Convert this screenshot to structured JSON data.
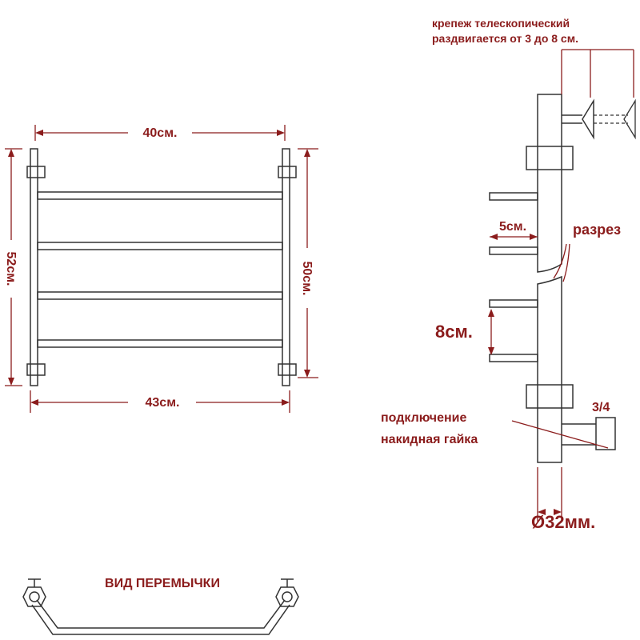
{
  "labels": {
    "width_top": "40см.",
    "width_bottom": "43см.",
    "height_left": "52см.",
    "height_right": "50см.",
    "mount_line1": "крепеж телескопический",
    "mount_line2": "раздвигается от 3 до 8 см.",
    "offset_5": "5см.",
    "section": "разрез",
    "spacing_8": "8см.",
    "connection_line1": "подключение",
    "connection_line2": "накидная гайка",
    "thread": "3/4",
    "diameter": "Ø32мм.",
    "jumper_view": "ВИД ПЕРЕМЫЧКИ"
  },
  "colors": {
    "label": "#8b1c1c",
    "drawing": "#333333"
  }
}
